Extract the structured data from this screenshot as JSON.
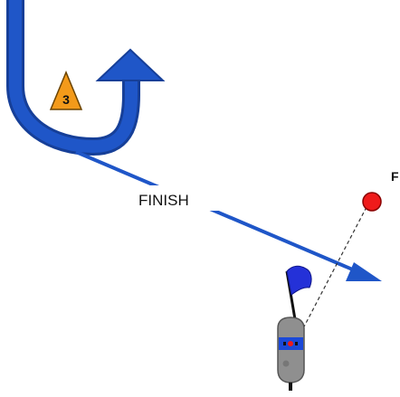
{
  "labels": {
    "finish": "FINISH",
    "mark_number": "3",
    "edge_label": "F"
  },
  "colors": {
    "course_line": "#1f56c8",
    "course_line_dark": "#163f98",
    "mark_fill": "#f39a1a",
    "mark_stroke": "#6a4300",
    "pin_fill": "#ef1b1b",
    "pin_stroke": "#8a0000",
    "boat_fill": "#8f8f8f",
    "boat_stroke": "#555555",
    "flag_fill": "#2431d8",
    "stripe_fill": "#1b49d8",
    "dashed_line": "#333333"
  },
  "icons": {
    "rounding_path": "rounding-arrow-icon",
    "mark": "triangle-mark-icon",
    "pin_buoy": "pin-buoy-icon",
    "committee_boat": "committee-boat-icon",
    "flag": "blue-flag-icon"
  }
}
